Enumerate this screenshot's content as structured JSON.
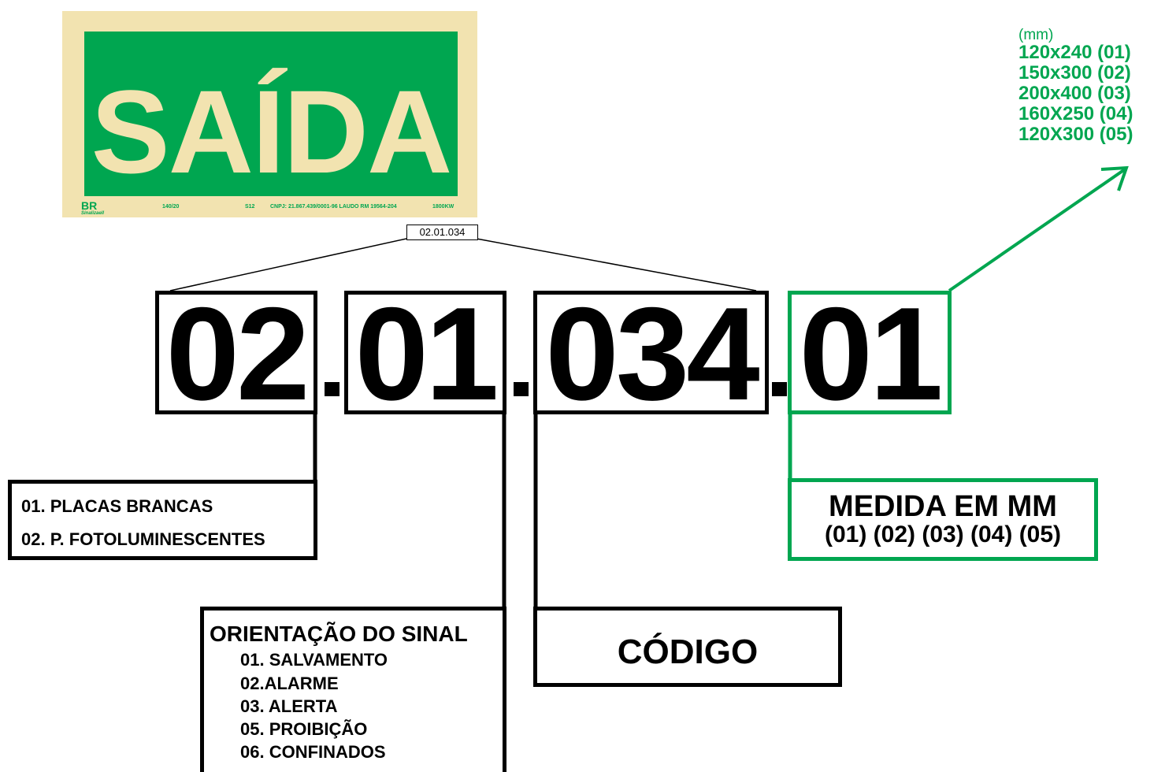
{
  "sign": {
    "main_text": "SAÍDA",
    "logo_text": "BR",
    "logo_subtext": "Sinalizaell",
    "footer_items": [
      "140/20",
      "S12",
      "CNPJ: 21.867.439/0001-96  LAUDO  RM 19564-204",
      "1800KW"
    ]
  },
  "code_label": "02.01.034",
  "code_parts": [
    "02",
    "01",
    "034",
    "01"
  ],
  "sizes": {
    "unit": "(mm)",
    "items": [
      "120x240 (01)",
      "150x300 (02)",
      "200x400 (03)",
      "160X250 (04)",
      "120X300 (05)"
    ]
  },
  "material_box": {
    "items": [
      "01. PLACAS BRANCAS",
      "02. P. FOTOLUMINESCENTES"
    ]
  },
  "orientation_box": {
    "title": "ORIENTAÇÃO DO SINAL",
    "items": [
      "01. SALVAMENTO",
      "02.ALARME",
      "03. ALERTA",
      "05. PROIBIÇÃO",
      "06. CONFINADOS"
    ]
  },
  "code_box": {
    "label": "CÓDIGO"
  },
  "size_box": {
    "title": "MEDIDA EM MM",
    "options": "(01) (02) (03) (04) (05)"
  },
  "colors": {
    "green": "#00a650",
    "cream": "#f2e3b0",
    "black": "#000000"
  }
}
